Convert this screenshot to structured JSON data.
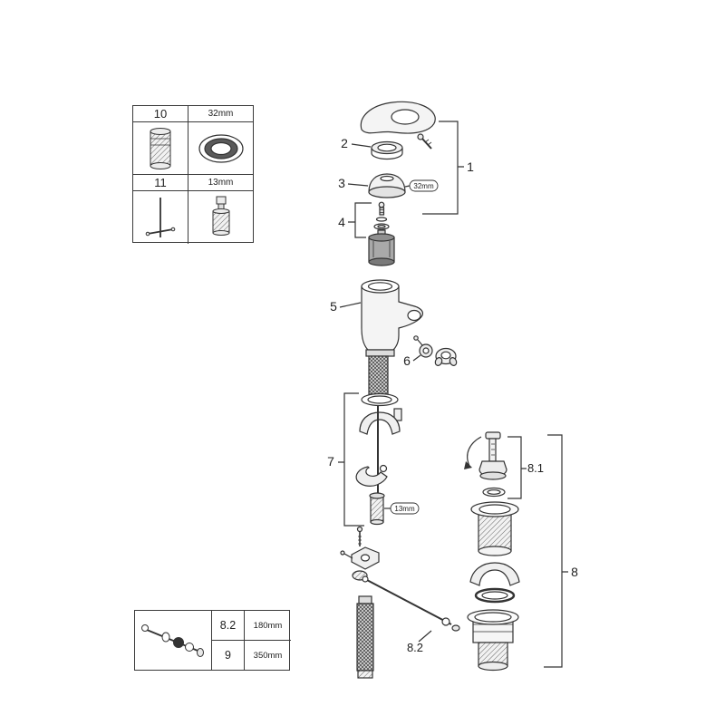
{
  "legend_top": {
    "rows": [
      {
        "num": "10",
        "size": "32mm",
        "icon": "cartridge-removal-tool"
      },
      {
        "num": "11",
        "size": "13mm",
        "icon": "mounting-key-tool"
      }
    ]
  },
  "legend_bottom": {
    "rows": [
      {
        "num": "8.2",
        "length": "180mm",
        "icon": "popup-rod-assembly"
      },
      {
        "num": "9",
        "length": "350mm",
        "icon": "flexible-hose"
      }
    ]
  },
  "callouts": {
    "handle_assembly": "1",
    "handle_ring": "2",
    "cap": "3",
    "cartridge_group": "4",
    "body": "5",
    "aerator_group": "6",
    "linkage_group": "7",
    "drain_assembly": "8",
    "popup_plug_group": "8.1",
    "horizontal_rod": "8.2"
  },
  "annotations": {
    "cap_wrench_size": "32mm",
    "stud_wrench_size": "13mm"
  },
  "colors": {
    "line": "#333333",
    "text": "#222222",
    "background": "#ffffff"
  }
}
